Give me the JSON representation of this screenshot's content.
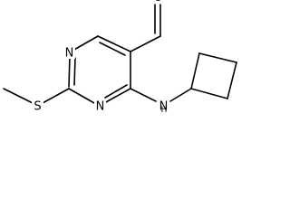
{
  "molecule": {
    "atoms": {
      "n1": "N",
      "n3": "N",
      "s": "S",
      "o": "O",
      "nh": "N",
      "h": "H"
    }
  },
  "colors": {
    "bond": "#000000",
    "label": "#000000",
    "background": "#ffffff"
  }
}
